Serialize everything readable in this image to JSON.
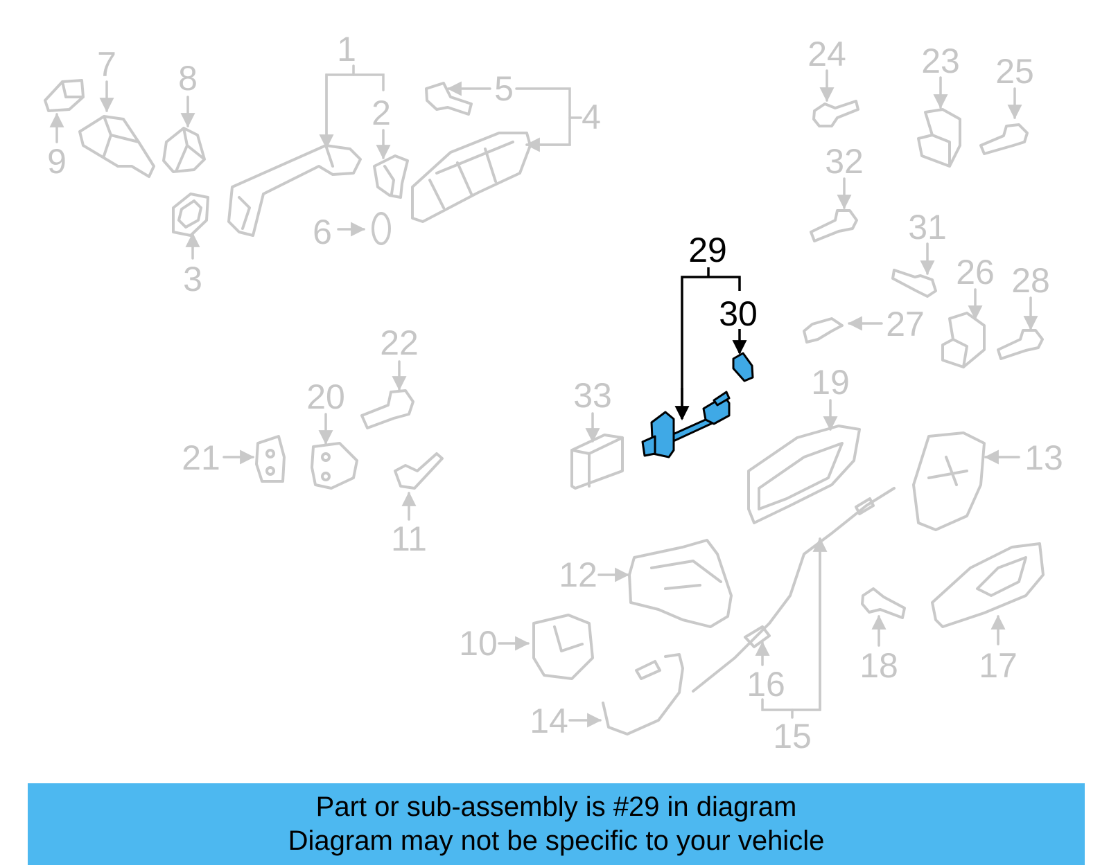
{
  "diagram": {
    "labels": {
      "l1": "1",
      "l2": "2",
      "l3": "3",
      "l4": "4",
      "l5": "5",
      "l6": "6",
      "l7": "7",
      "l8": "8",
      "l9": "9",
      "l10": "10",
      "l11": "11",
      "l12": "12",
      "l13": "13",
      "l14": "14",
      "l15": "15",
      "l16": "16",
      "l17": "17",
      "l18": "18",
      "l19": "19",
      "l20": "20",
      "l21": "21",
      "l22": "22",
      "l23": "23",
      "l24": "24",
      "l25": "25",
      "l26": "26",
      "l27": "27",
      "l28": "28",
      "l29": "29",
      "l30": "30",
      "l31": "31",
      "l32": "32",
      "l33": "33"
    },
    "highlight_color": "#3fa9e6",
    "faded_color": "#c6c6c6"
  },
  "banner": {
    "line1": "Part or sub-assembly is #29 in diagram",
    "line2": "Diagram may not be specific to your vehicle",
    "color": "#4db8f0"
  }
}
